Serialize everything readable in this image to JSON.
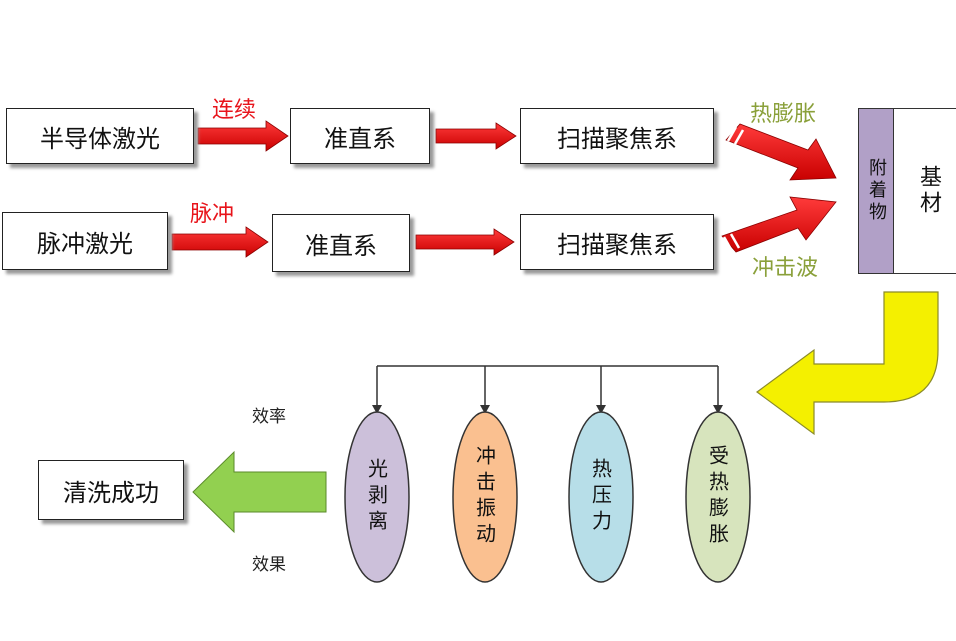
{
  "top_row": {
    "semiconductor_laser": "半导体激光",
    "continuous_label": "连续",
    "collimator_1": "准直系",
    "scan_focus_1": "扫描聚焦系",
    "thermal_expansion_label": "热膨胀"
  },
  "second_row": {
    "pulse_laser": "脉冲激光",
    "pulse_label": "脉冲",
    "collimator_2": "准直系",
    "scan_focus_2": "扫描聚焦系",
    "shock_wave_label": "冲击波"
  },
  "target": {
    "attachment": "附着物",
    "substrate": "基材"
  },
  "mechanisms": {
    "efficiency_label": "效率",
    "effect_label": "效果",
    "items": [
      "光剥离",
      "冲击振动",
      "热压力",
      "受热膨胀"
    ]
  },
  "result": {
    "cleaning_success": "清洗成功"
  },
  "colors": {
    "red_arrow": "#e8141b",
    "olive_label": "#8aa03a",
    "yellow_arrow": "#f4f000",
    "green_arrow": "#92d050",
    "oval_1": "#ccc0da",
    "oval_2": "#fac090",
    "oval_3": "#b7dee8",
    "oval_4": "#d7e4bd",
    "attachment_bar": "#b1a0c7"
  }
}
